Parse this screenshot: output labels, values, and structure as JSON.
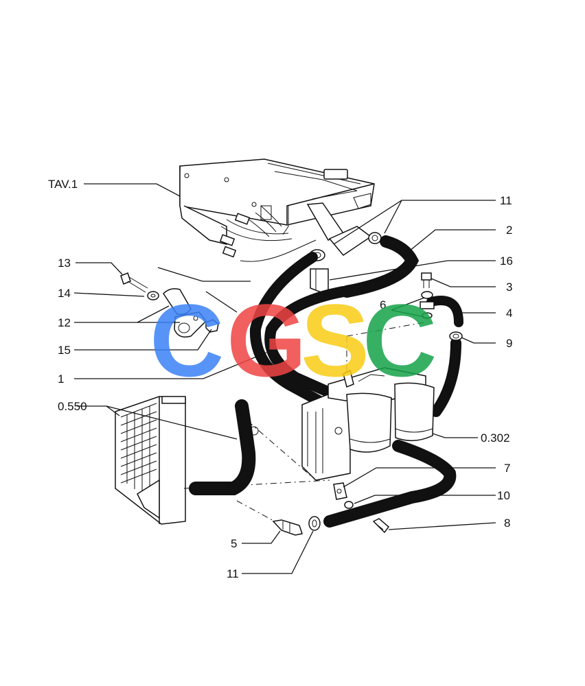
{
  "callouts": {
    "tav1": "TAV.1",
    "c11_top": "11",
    "c2": "2",
    "c16": "16",
    "c13": "13",
    "c3": "3",
    "c14": "14",
    "c6": "6",
    "c4": "4",
    "c12": "12",
    "c9": "9",
    "c15": "15",
    "c1": "1",
    "c0550": "0.550",
    "c0302": "0.302",
    "c7": "7",
    "c10": "10",
    "c5": "5",
    "c8": "8",
    "c11_bottom": "11"
  },
  "watermark": {
    "letters": [
      "C",
      "G",
      "S",
      "C"
    ],
    "colors": [
      "#3b82f6",
      "#ef4444",
      "#facc15",
      "#16a34a"
    ]
  }
}
